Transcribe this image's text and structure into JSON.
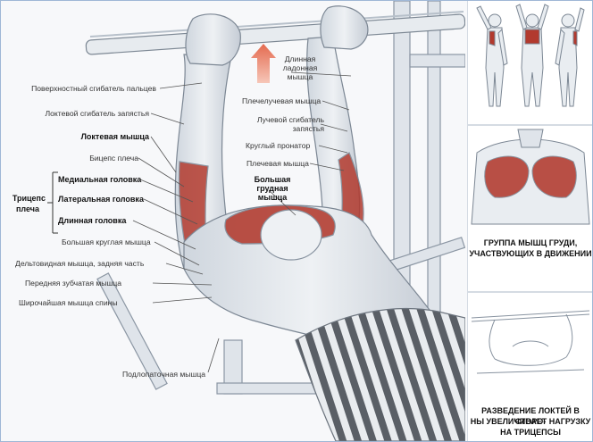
{
  "labels": {
    "l1": "Поверхностный сгибатель пальцев",
    "l2": "Локтевой сгибатель запястья",
    "l3": "Локтевая мышца",
    "l4": "Бицепс плеча",
    "l5": "Медиальная головка",
    "l6": "Латеральная головка",
    "l7": "Длинная головка",
    "l8": "Большая круглая мышца",
    "l9": "Дельтовидная мышца, задняя часть",
    "l10": "Передняя зубчатая мышца",
    "l11": "Широчайшая мышца спины",
    "l12": "Подлопаточная мышца",
    "group_l1": "Трицепс",
    "group_l2": "плеча",
    "r1a": "Длинная",
    "r1b": "ладонная",
    "r1c": "мышца",
    "r2": "Плечелучевая мышца",
    "r3a": "Лучевой сгибатель",
    "r3b": "запястья",
    "r4": "Круглый пронатор",
    "r5": "Плечевая мышца",
    "r6a": "Большая грудная",
    "r6b": "мышца"
  },
  "panels": {
    "p2_caption_1": "ГРУППА МЫШЦ ГРУДИ,",
    "p2_caption_2": "УЧАСТВУЮЩИХ В ДВИЖЕНИИ",
    "p3_caption_1": "РАЗВЕДЕНИЕ ЛОКТЕЙ В СТОРО-",
    "p3_caption_2": "НЫ УВЕЛИЧИВАЕТ НАГРУЗКУ",
    "p3_caption_3": "НА ТРИЦЕПСЫ"
  },
  "colors": {
    "highlight_muscle": "#b23a2e",
    "arrow": "#e8785f",
    "border": "#9fb7d6"
  },
  "icons": {
    "movement_arrow": "up-arrow-icon"
  }
}
